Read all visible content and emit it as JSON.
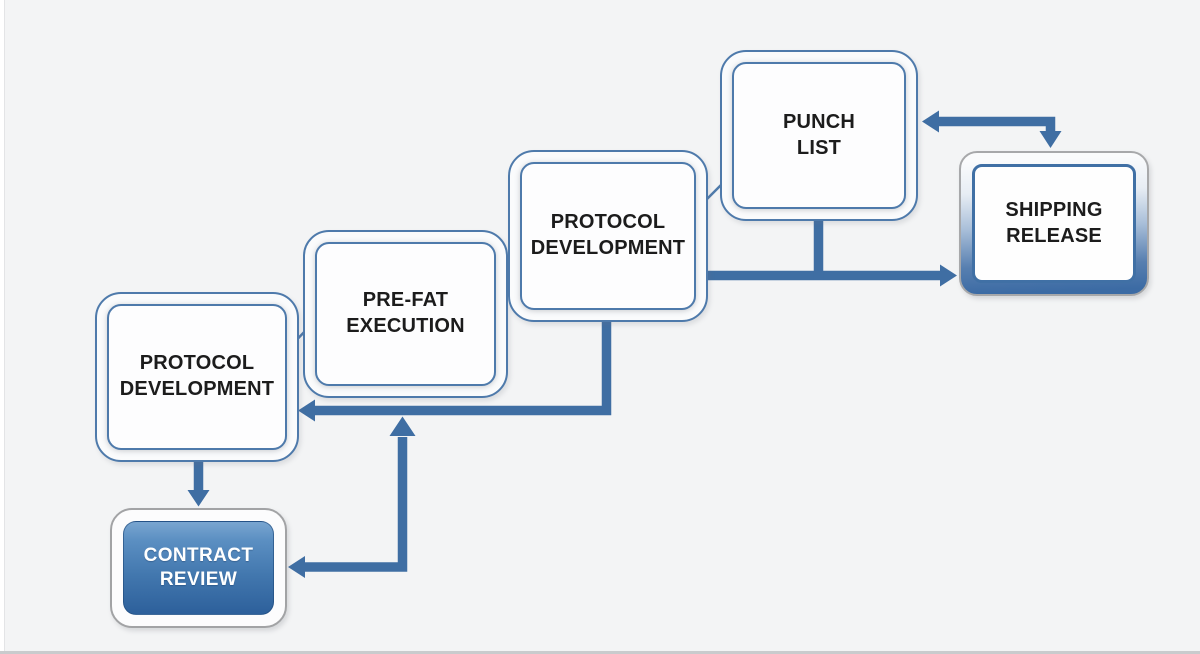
{
  "nodes": [
    {
      "id": "protocol-development-1",
      "label": "PROTOCOL\nDEVELOPMENT",
      "style": "outlined-white"
    },
    {
      "id": "pre-fat-execution",
      "label": "PRE-FAT\nEXECUTION",
      "style": "outlined-white"
    },
    {
      "id": "protocol-development-2",
      "label": "PROTOCOL\nDEVELOPMENT",
      "style": "outlined-white"
    },
    {
      "id": "punch-list",
      "label": "PUNCH\nLIST",
      "style": "outlined-white"
    },
    {
      "id": "shipping-release",
      "label": "SHIPPING\nRELEASE",
      "style": "blue-gradient-ring"
    },
    {
      "id": "contract-review",
      "label": "CONTRACT\nREVIEW",
      "style": "blue-gradient-filled"
    }
  ],
  "edges": [
    {
      "from": "punch-list",
      "to": "shipping-release",
      "shape": "elbow-right-then-down",
      "arrowheads": "both"
    },
    {
      "from": "protocol-development-2",
      "to": "shipping-release",
      "shape": "straight-right",
      "arrowheads": "end"
    },
    {
      "from": "punch-list",
      "to": "protocol-development-2-to-shipping-release-line",
      "shape": "straight-down",
      "arrowheads": "none"
    },
    {
      "from": "protocol-development-2",
      "to": "protocol-development-1",
      "shape": "elbow-down-then-left",
      "arrowheads": "end"
    },
    {
      "from": "protocol-development-1",
      "to": "contract-review",
      "shape": "straight-down",
      "arrowheads": "end"
    },
    {
      "from": "contract-review",
      "to": "pre-fat-execution",
      "shape": "elbow-right-then-up",
      "arrowheads": "both"
    },
    {
      "from": "protocol-development-1",
      "to": "pre-fat-execution",
      "shape": "short-diagonal-link",
      "arrowheads": "none"
    },
    {
      "from": "pre-fat-execution",
      "to": "protocol-development-2",
      "shape": "short-diagonal-link",
      "arrowheads": "none"
    },
    {
      "from": "protocol-development-2",
      "to": "punch-list",
      "shape": "short-diagonal-link",
      "arrowheads": "none"
    }
  ],
  "colors": {
    "background": "#f3f4f5",
    "connector_blue": "#3f6ea3",
    "box_border_blue": "#4e7aab",
    "gray_border": "#a7a8aa",
    "contract_review_gradient_top": "#79a5d0",
    "contract_review_gradient_bottom": "#2d609b",
    "shipping_ring_gradient_top": "#fafbfc",
    "shipping_ring_gradient_bottom": "#3c6ba4",
    "label_text": "#1c1c1c",
    "contract_review_text": "#ffffff"
  }
}
